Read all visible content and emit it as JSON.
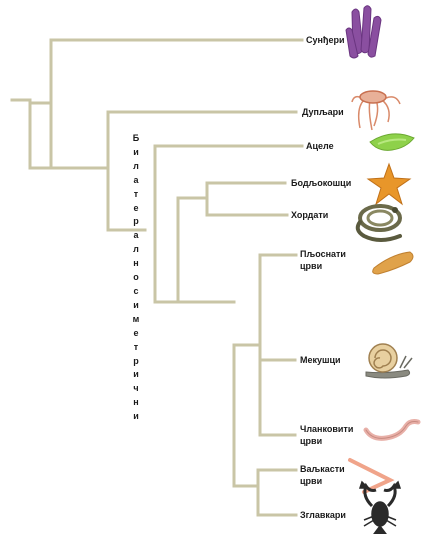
{
  "taxa": {
    "porifera": "Сунђери",
    "cnidaria": "Дупљари",
    "acoela": "Ацеле",
    "echinoderms": "Бодљокошци",
    "chordates": "Хордати",
    "flatworms": "Пљоснати црви",
    "molluscs": "Мекушци",
    "annelids": "Чланковити црви",
    "nematodes": "Ваљкасти црви",
    "arthropods": "Зглавкари"
  },
  "clade_label": "Билатерално симетрични",
  "colors": {
    "branch": "#c9c5a6",
    "sponge": "#8a4fa0",
    "jellyfish": "#d98a6a",
    "acoela": "#8ed14a",
    "starfish": "#e8962a",
    "snake": "#6b6a4a",
    "flatworm": "#e0a24a",
    "snail": "#c9a46a",
    "earthworm": "#e8b0a8",
    "roundworm": "#f0a48a",
    "lobster": "#2a2a2a"
  }
}
